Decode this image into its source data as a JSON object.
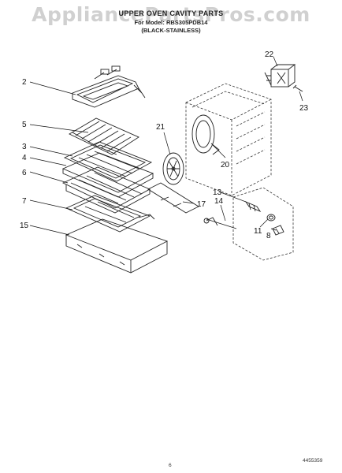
{
  "header": {
    "title": "UPPER OVEN CAVITY PARTS",
    "model": "For Model: RBS305PDB14",
    "color": "(BLACK-STAINLESS)",
    "watermark": "AppliancePartsPros.com"
  },
  "callouts": [
    "2",
    "5",
    "3",
    "4",
    "6",
    "7",
    "15",
    "21",
    "22",
    "23",
    "20",
    "17",
    "13",
    "14",
    "11",
    "8"
  ],
  "footer": {
    "page_number": "6",
    "doc_number": "4455359"
  }
}
